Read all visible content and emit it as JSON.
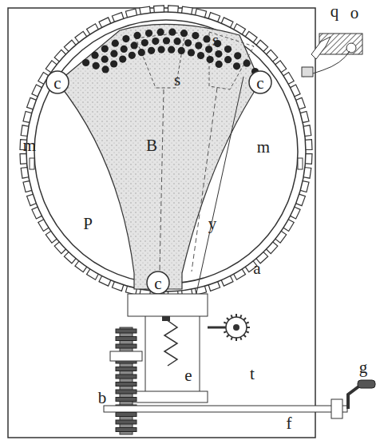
{
  "diagram": {
    "labels": [
      "q",
      "o",
      "s",
      "s",
      "c",
      "c",
      "m",
      "B",
      "m",
      "P",
      "y",
      "a",
      "c",
      "e",
      "t",
      "b",
      "g",
      "f"
    ]
  }
}
